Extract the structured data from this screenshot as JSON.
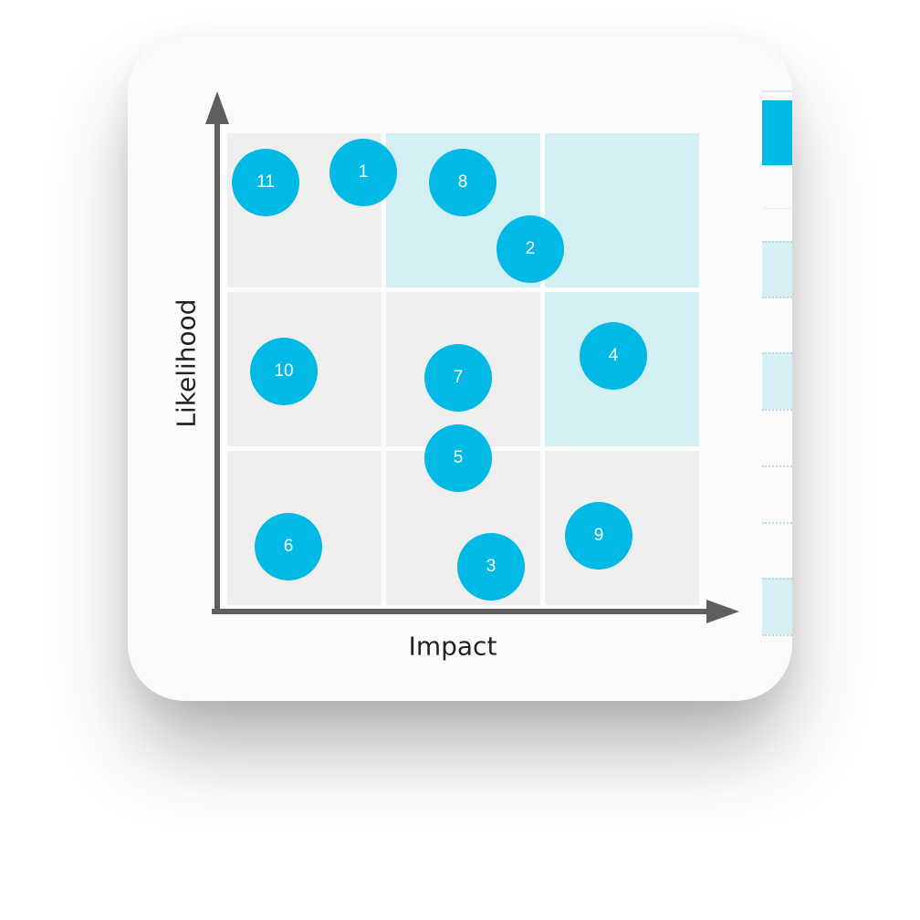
{
  "diagram": {
    "type": "risk-matrix",
    "x_axis_label": "Impact",
    "y_axis_label": "Likelihood",
    "grid": {
      "rows": 3,
      "columns": 3
    },
    "colors": {
      "neutral_cell": "#efefef",
      "highlight_cell": "#d3eff4",
      "risk_marker": "#00b9e4",
      "axis": "#5f5f5f"
    },
    "highlighted_cells": [
      {
        "impact_column": 2,
        "likelihood_row": 3
      },
      {
        "impact_column": 3,
        "likelihood_row": 3
      },
      {
        "impact_column": 3,
        "likelihood_row": 2
      }
    ],
    "risks": [
      {
        "id": "1",
        "impact_column": 1,
        "likelihood_row": 3
      },
      {
        "id": "2",
        "impact_column": 2,
        "likelihood_row": 3
      },
      {
        "id": "3",
        "impact_column": 2,
        "likelihood_row": 1
      },
      {
        "id": "4",
        "impact_column": 3,
        "likelihood_row": 2
      },
      {
        "id": "5",
        "impact_column": 2,
        "likelihood_row": 1
      },
      {
        "id": "6",
        "impact_column": 1,
        "likelihood_row": 1
      },
      {
        "id": "7",
        "impact_column": 2,
        "likelihood_row": 2
      },
      {
        "id": "8",
        "impact_column": 2,
        "likelihood_row": 3
      },
      {
        "id": "9",
        "impact_column": 3,
        "likelihood_row": 1
      },
      {
        "id": "10",
        "impact_column": 1,
        "likelihood_row": 2
      },
      {
        "id": "11",
        "impact_column": 1,
        "likelihood_row": 3
      }
    ]
  }
}
